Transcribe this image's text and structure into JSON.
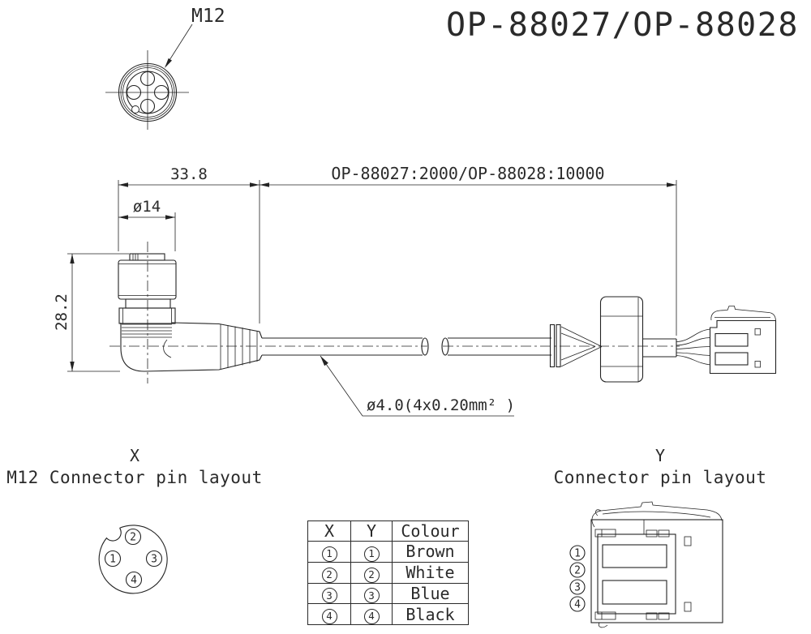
{
  "title": "OP-88027/OP-88028",
  "front_view": {
    "label": "M12"
  },
  "dimensions": {
    "connector_length": "33.8",
    "cable_length_note": "OP-88027:2000/OP-88028:10000",
    "nut_diameter": "ø14",
    "connector_height": "28.2",
    "cable_spec": "ø4.0(4x0.20mm² )"
  },
  "pin_layout_x": {
    "section_label": "X",
    "title": "M12 Connector pin layout",
    "pins": [
      "1",
      "2",
      "3",
      "4"
    ]
  },
  "pin_layout_y": {
    "section_label": "Y",
    "title": "Connector pin layout",
    "pins": [
      "1",
      "2",
      "3",
      "4"
    ]
  },
  "wiring_table": {
    "headers": [
      "X",
      "Y",
      "Colour"
    ],
    "rows": [
      {
        "x": "1",
        "y": "1",
        "colour": "Brown"
      },
      {
        "x": "2",
        "y": "2",
        "colour": "White"
      },
      {
        "x": "3",
        "y": "3",
        "colour": "Blue"
      },
      {
        "x": "4",
        "y": "4",
        "colour": "Black"
      }
    ]
  }
}
